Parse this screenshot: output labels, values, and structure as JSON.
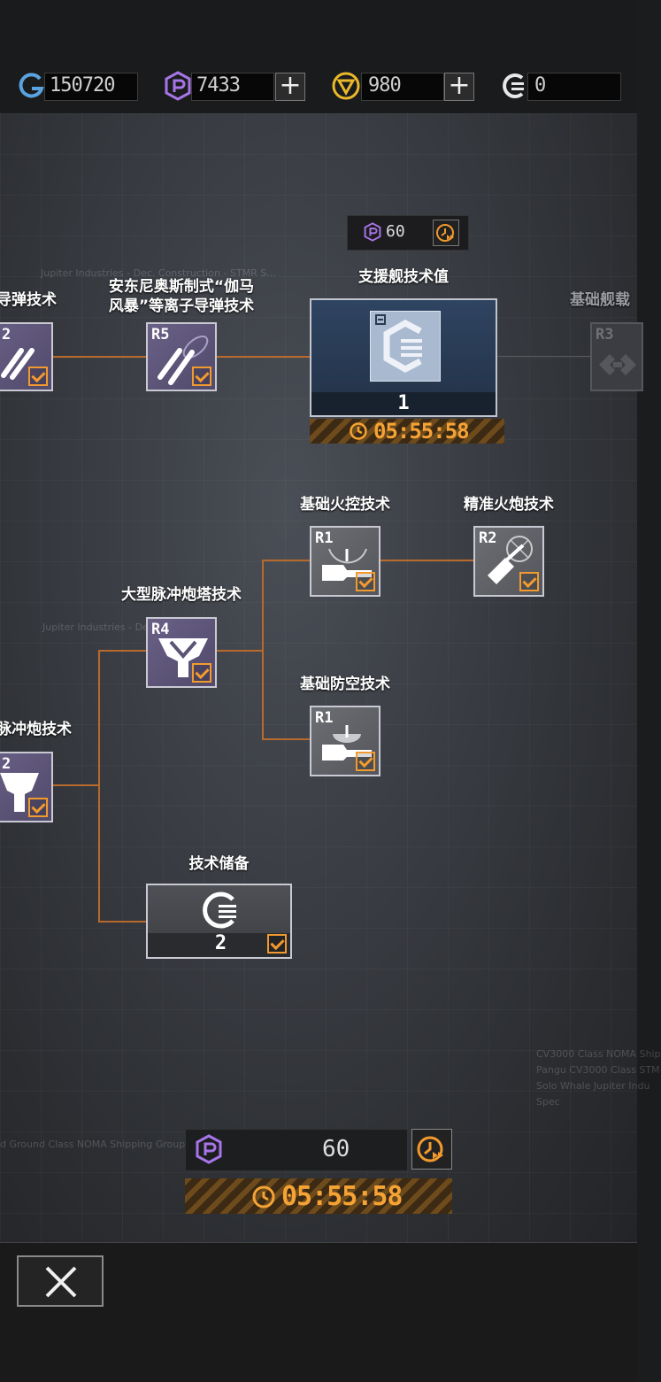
{
  "resources": {
    "credits": {
      "value": "150720",
      "icon": "credit-g-icon"
    },
    "premium": {
      "value": "7433",
      "icon": "purple-p-icon"
    },
    "gold": {
      "value": "980",
      "icon": "gold-v-icon"
    },
    "tech_points": {
      "value": "0",
      "icon": "tech-c-icon"
    },
    "plus_label": "+"
  },
  "support": {
    "cost": "60",
    "label": "支援舰技术值",
    "level": "1",
    "timer": "05:55:58",
    "right_label": "基础舰载",
    "right_rank": "R3"
  },
  "nodes": {
    "missile_left_label": "导弹技术",
    "missile_left_rank": "2",
    "gamma_label_line1": "安东尼奥斯制式“伽马",
    "gamma_label_line2": "风暴”等离子导弹技术",
    "gamma_rank": "R5",
    "fire_control_label": "基础火控技术",
    "fire_control_rank": "R1",
    "precision_gun_label": "精准火炮技术",
    "precision_gun_rank": "R2",
    "large_pulse_label": "大型脉冲炮塔技术",
    "large_pulse_rank": "R4",
    "air_defense_label": "基础防空技术",
    "air_defense_rank": "R1",
    "pulse_left_label": "脉冲炮技术",
    "pulse_left_rank": "2",
    "reserve_label": "技术储备",
    "reserve_value": "2"
  },
  "bottom": {
    "cost": "60",
    "timer": "05:55:58"
  },
  "faint_texts": {
    "watermark_1": "Jupiter Industries - Dec. Construction - STMR S...",
    "watermark_2": "Jupiter Industries - Dec...",
    "watermark_3": "CV3000 Class NOMA Ship",
    "watermark_4": "Pangu CV3000 Class STM",
    "watermark_5": "Solo Whale Jupiter Indu",
    "watermark_6": "Spec",
    "watermark_7": "d Ground Class NOMA Shipping Group"
  },
  "colors": {
    "accent_orange": "#f29a2e",
    "line_orange": "#b8692c",
    "purple_node": "#5e5679"
  }
}
